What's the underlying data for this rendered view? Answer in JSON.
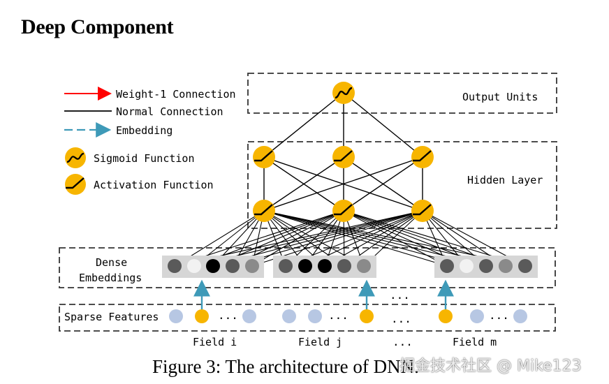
{
  "heading": "Deep Component",
  "legend": {
    "weight1": "Weight-1 Connection",
    "normal": "Normal Connection",
    "embedding": "Embedding",
    "sigmoid": "Sigmoid Function",
    "activation": "Activation Function"
  },
  "labels": {
    "output_units": "Output Units",
    "hidden_layer": "Hidden Layer",
    "dense_line1": "Dense",
    "dense_line2": "Embeddings",
    "sparse_features": "Sparse Features",
    "field_i": "Field i",
    "field_j": "Field j",
    "field_m": "Field m",
    "ellipsis": "..."
  },
  "caption": "Figure 3: The architecture of DNN.",
  "watermark": "掘金技术社区 @ Mike123",
  "colors": {
    "node_fill": "#f7b500",
    "sparse_node": "#b7c7e3",
    "embed_arrow": "#3e9ab8",
    "weight1_arrow": "#ff0000",
    "embed_box": "#d6d6d6"
  }
}
